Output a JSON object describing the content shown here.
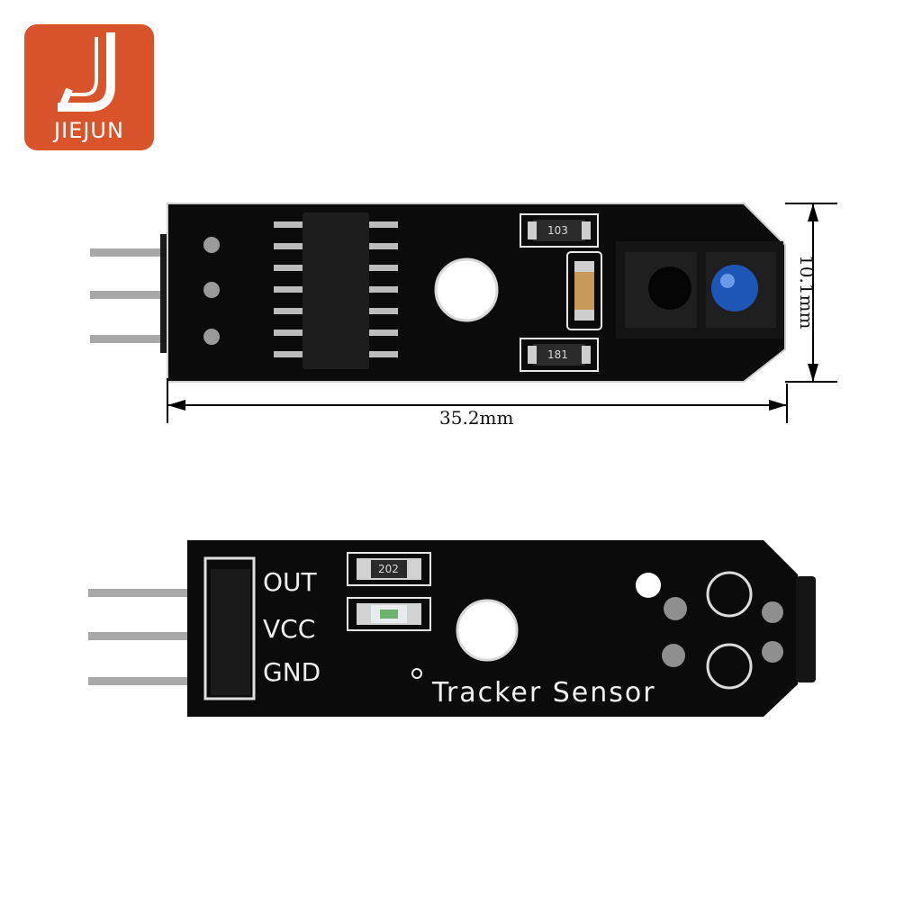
{
  "logo": {
    "brand": "JIEJUN",
    "color": "#d9532b"
  },
  "dimensions": {
    "width": "35.2mm",
    "height": "10.1mm"
  },
  "top_board": {
    "resistors": [
      "103",
      "181"
    ]
  },
  "bottom_board": {
    "pins": [
      "OUT",
      "VCC",
      "GND"
    ],
    "resistor": "202",
    "silkscreen": "Tracker Sensor"
  }
}
